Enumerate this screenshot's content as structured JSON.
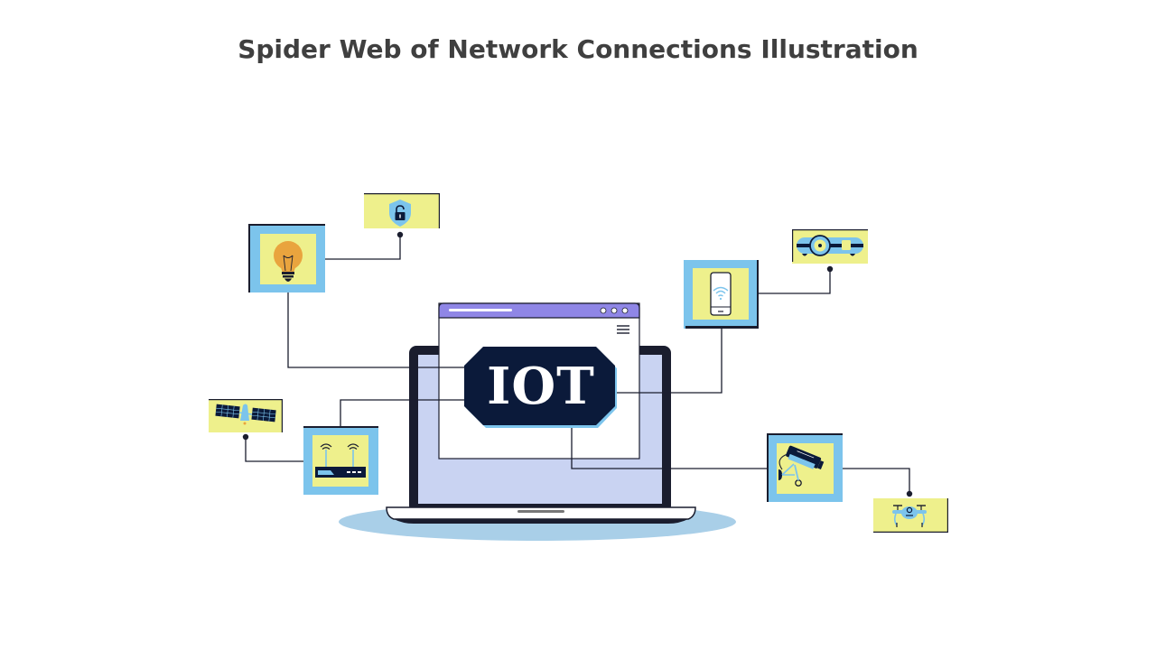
{
  "title": "Spider Web of Network Connections Illustration",
  "center": {
    "label": "IOT",
    "device": "laptop",
    "browser_window": {
      "menu_icon": "hamburger-icon",
      "window_controls": 3
    }
  },
  "nodes": [
    {
      "id": "lightbulb",
      "icon": "lightbulb-icon",
      "type": "primary"
    },
    {
      "id": "security-lock",
      "icon": "shield-lock-icon",
      "type": "secondary",
      "connected_to": "lightbulb"
    },
    {
      "id": "smartphone",
      "icon": "smartphone-wifi-icon",
      "type": "primary"
    },
    {
      "id": "projector",
      "icon": "projector-icon",
      "type": "secondary",
      "connected_to": "smartphone"
    },
    {
      "id": "router",
      "icon": "wifi-router-icon",
      "type": "primary"
    },
    {
      "id": "satellite",
      "icon": "satellite-icon",
      "type": "secondary",
      "connected_to": "router"
    },
    {
      "id": "security-camera",
      "icon": "cctv-camera-icon",
      "type": "primary"
    },
    {
      "id": "drone",
      "icon": "drone-icon",
      "type": "secondary",
      "connected_to": "security-camera"
    }
  ],
  "colors": {
    "navy": "#0b1a3a",
    "dark": "#1a1d2e",
    "sky_blue": "#7cc4ec",
    "pale_yellow": "#eef08c",
    "screen_lavender": "#c9d3f2",
    "titlebar_purple": "#8f86e6",
    "shadow_blue": "#a9cfe8",
    "lamp_orange": "#e9a43e",
    "title_gray": "#3f3f3f"
  }
}
